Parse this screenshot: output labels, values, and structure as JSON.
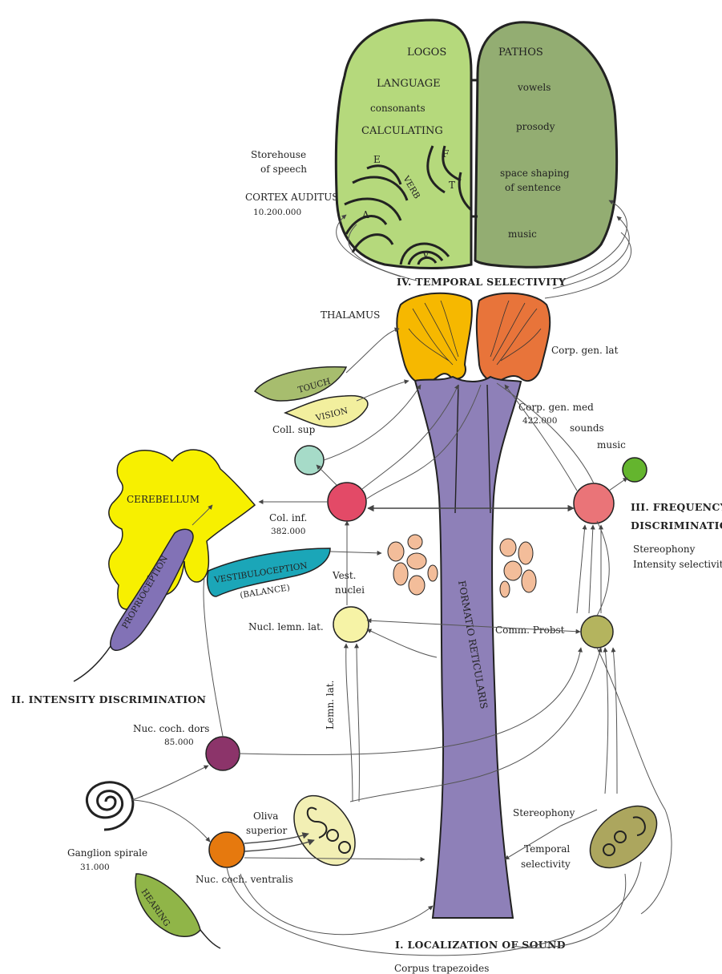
{
  "brain": {
    "left": {
      "logos": "LOGOS",
      "language": "LANGUAGE",
      "consonants": "consonants",
      "calculating": "CALCULATING",
      "areas": [
        "E",
        "F",
        "T",
        "A",
        "V"
      ],
      "vert_label": "VERB"
    },
    "right": {
      "pathos": "PATHOS",
      "vowels": "vowels",
      "prosody": "prosody",
      "space1": "space shaping",
      "space2": "of sentence",
      "music": "music"
    }
  },
  "labels": {
    "storehouse1": "Storehouse",
    "storehouse2": "of speech",
    "cortex": "CORTEX AUDITUS",
    "cortex_count": "10.200.000",
    "temporal_sel": "IV. TEMPORAL SELECTIVITY",
    "thalamus": "THALAMUS",
    "corp_gen_lat": "Corp. gen. lat",
    "corp_gen_med": "Corp. gen. med",
    "corp_gen_med_count": "422.000",
    "sounds": "sounds",
    "music": "music",
    "touch": "TOUCH",
    "vision": "VISION",
    "coll_sup": "Coll. sup",
    "cerebellum": "CEREBELLUM",
    "col_inf": "Col. inf.",
    "col_inf_count": "382.000",
    "freq_disc1": "III. FREQUENCY",
    "freq_disc2": "DISCRIMINATION",
    "stereophony": "Stereophony",
    "intensity_sel": "Intensity selectivity",
    "vestibuloception": "VESTIBULOCEPTION",
    "balance": "(BALANCE)",
    "proprioception": "PROPRIOCEPTION",
    "vest1": "Vest.",
    "vest2": "nuclei",
    "formatio": "FORMATIO RETICULARIS",
    "nucl_lemn": "Nucl. lemn. lat.",
    "comm_probst": "Comm. Probst",
    "intensity_disc": "II. INTENSITY DISCRIMINATION",
    "lemn_lat": "Lemn. lat.",
    "nuc_coch_dors": "Nuc. coch. dors",
    "nuc_coch_dors_count": "85.000",
    "oliva1": "Oliva",
    "oliva2": "superior",
    "stereophony2": "Stereophony",
    "ganglion": "Ganglion spirale",
    "ganglion_count": "31.000",
    "temporal1": "Temporal",
    "temporal2": "selectivity",
    "nuc_coch_vent": "Nuc. coch. ventralis",
    "hearing": "HEARING",
    "localization": "I. LOCALIZATION OF SOUND",
    "corpus": "Corpus trapezoides"
  },
  "colors": {
    "left_hemisphere": "#b5d97c",
    "right_hemisphere": "#93ad72",
    "thalamus_left": "#f6b800",
    "thalamus_right": "#e8743a",
    "stem": "#8e80b8",
    "cerebellum": "#f7f000",
    "vestibular": "#1ba6b8",
    "touch_leaf": "#a7bd6e",
    "vision_leaf": "#f2ef9e",
    "hearing_leaf": "#90b548",
    "coll_sup": "#a6dbc8",
    "col_inf": "#e34a67",
    "freq_node": "#ea7478",
    "music_node": "#64b52e",
    "lemn_node": "#f6f3a6",
    "probst_node": "#b4b45e",
    "dors_node": "#8c346a",
    "vent_node": "#e6790e",
    "olive": "#f2efb4",
    "olive_right": "#aca65e",
    "vest_nuclei": "#f3bd9a",
    "proprio": "#8272b6"
  }
}
